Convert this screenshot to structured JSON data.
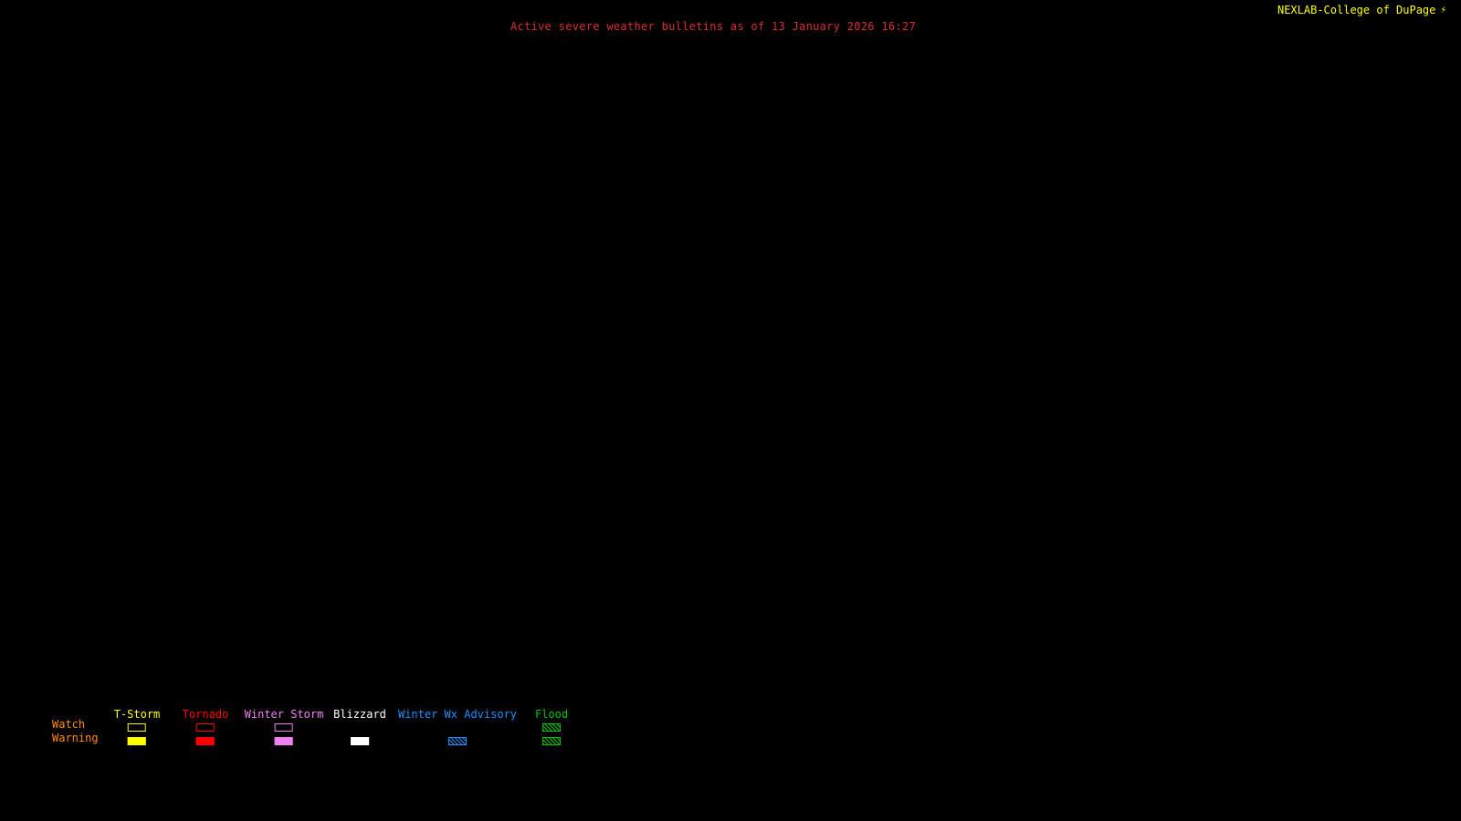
{
  "page": {
    "background": "#000000"
  },
  "header": {
    "title": "Active severe weather bulletins as of 13 January 2026 16:27",
    "title_color": "#d63030",
    "brand": "NEXLAB-College of DuPage",
    "brand_color": "#ffff00",
    "logo_icon": "⚡"
  },
  "legend": {
    "label_color": "#ff8c00",
    "watch_label": "Watch",
    "warning_label": "Warning",
    "columns": [
      {
        "label": "T-Storm",
        "color": "#ffff00",
        "watch": "outline",
        "warning": "fill"
      },
      {
        "label": "Tornado",
        "color": "#ff0000",
        "watch": "outline",
        "warning": "fill"
      },
      {
        "label": "Winter Storm",
        "color": "#ee82ee",
        "watch": "outline",
        "warning": "fill"
      },
      {
        "label": "Blizzard",
        "color": "#ffffff",
        "watch": "none",
        "warning": "fill"
      },
      {
        "label": "Winter Wx Advisory",
        "color": "#1e90ff",
        "watch": "none",
        "warning": "hatch"
      },
      {
        "label": "Flood",
        "color": "#00c400",
        "watch": "hatch",
        "warning": "hatch"
      }
    ]
  }
}
